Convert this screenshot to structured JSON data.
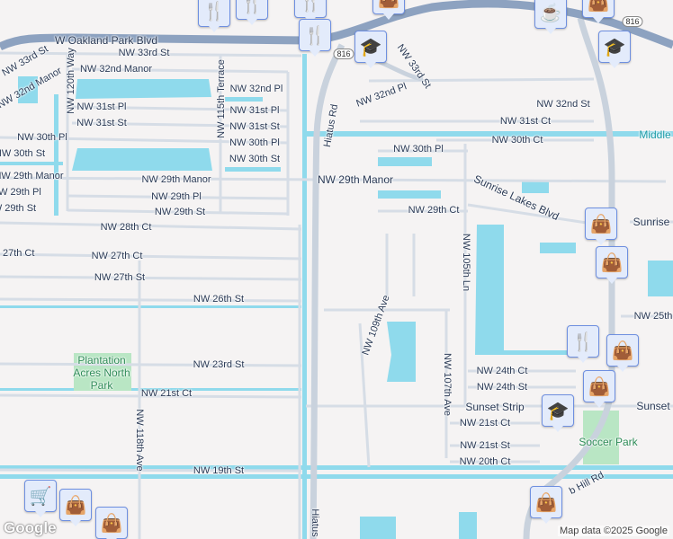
{
  "map": {
    "colors": {
      "land": "#f5f3f3",
      "water": "#8fdaec",
      "road": "#d6dde6",
      "highway": "#8da2c0",
      "park": "#b9e6c4",
      "pin_bg": "#e3ebfb",
      "pin_icon": "#0b3d5e"
    },
    "roads": {
      "oakland": "W Oakland Park Blvd",
      "r33a": "NW 33rd St",
      "r33b": "NW 33rd St",
      "r33c": "NW 33rd St",
      "r32ma": "NW 32nd Manor",
      "r32mb": "NW 32nd Manor",
      "r32pl": "NW 32nd Pl",
      "r32pl2": "NW 32nd Pl",
      "r31pla": "NW 31st Pl",
      "r31plb": "NW 31st Pl",
      "r31sta": "NW 31st St",
      "r31stb": "NW 31st St",
      "r30pla": "NW 30th Pl",
      "r30plb": "NW 30th Pl",
      "r30plc": "NW 30th Pl",
      "r30sta": "NW 30th St",
      "r30stb": "NW 30th St",
      "r29ma": "NW 29th Manor",
      "r29mb": "NW 29th Manor",
      "r29mc": "NW 29th Manor",
      "r29pla": "NW 29th Pl",
      "r29plb": "NW 29th Pl",
      "r29sta": "NW 29th St",
      "r29stb": "NW 29th St",
      "r28ct": "NW 28th Ct",
      "r27cta": "NW 27th Ct",
      "r27ctb": "NW 27th Ct",
      "r27st": "NW 27th St",
      "r26st": "NW 26th St",
      "r23st": "NW 23rd St",
      "r21cta": "NW 21st Ct",
      "r21ctb": "NW 21st Ct",
      "r19st": "NW 19th St",
      "r120way": "NW 120th Way",
      "r115ter": "NW 115th Terrace",
      "r118ave": "NW 118th Ave",
      "hiatus": "Hiatus Rd",
      "hiatus2": "Hiatus",
      "r32st": "NW 32nd St",
      "r31ct": "NW 31st Ct",
      "r30ct": "NW 30th Ct",
      "r29ct": "NW 29th Ct",
      "sunrise_lakes": "Sunrise Lakes Blvd",
      "sunrise": "Sunrise",
      "r105ln": "NW 105th Ln",
      "r109ave": "NW 109th Ave",
      "r107ave": "NW 107th Ave",
      "r25": "NW 25th",
      "r24ct": "NW 24th Ct",
      "r24st": "NW 24th St",
      "sunset_strip": "Sunset Strip",
      "sunset": "Sunset",
      "r21st": "NW 21st St",
      "r20ct": "NW 20th Ct",
      "nobhill": "b Hill Rd"
    },
    "water_labels": {
      "middle": "Middle"
    },
    "parks": {
      "plantation": "Plantation Acres North Park",
      "soccer": "Soccer Park"
    },
    "shields": [
      "816",
      "816"
    ],
    "pins": [
      {
        "type": "restaurant",
        "icon": "🍴"
      },
      {
        "type": "restaurant",
        "icon": "🍴"
      },
      {
        "type": "restaurant",
        "icon": "🍴"
      },
      {
        "type": "restaurant",
        "icon": "🍴"
      },
      {
        "type": "school",
        "icon": "🎓"
      },
      {
        "type": "school",
        "icon": "🎓"
      },
      {
        "type": "school",
        "icon": "🎓"
      },
      {
        "type": "shopping",
        "icon": "👜"
      },
      {
        "type": "cafe",
        "icon": "☕"
      },
      {
        "type": "shopping",
        "icon": "👜"
      },
      {
        "type": "shopping",
        "icon": "👜"
      },
      {
        "type": "shopping",
        "icon": "👜"
      },
      {
        "type": "restaurant",
        "icon": "🍴"
      },
      {
        "type": "shopping",
        "icon": "👜"
      },
      {
        "type": "shopping",
        "icon": "👜"
      },
      {
        "type": "shopping",
        "icon": "👜"
      },
      {
        "type": "shopping",
        "icon": "👜"
      },
      {
        "type": "shopping",
        "icon": "👜"
      },
      {
        "type": "grocery",
        "icon": "🛒"
      }
    ],
    "attribution": "Map data ©2025 Google",
    "logo": "Google"
  }
}
